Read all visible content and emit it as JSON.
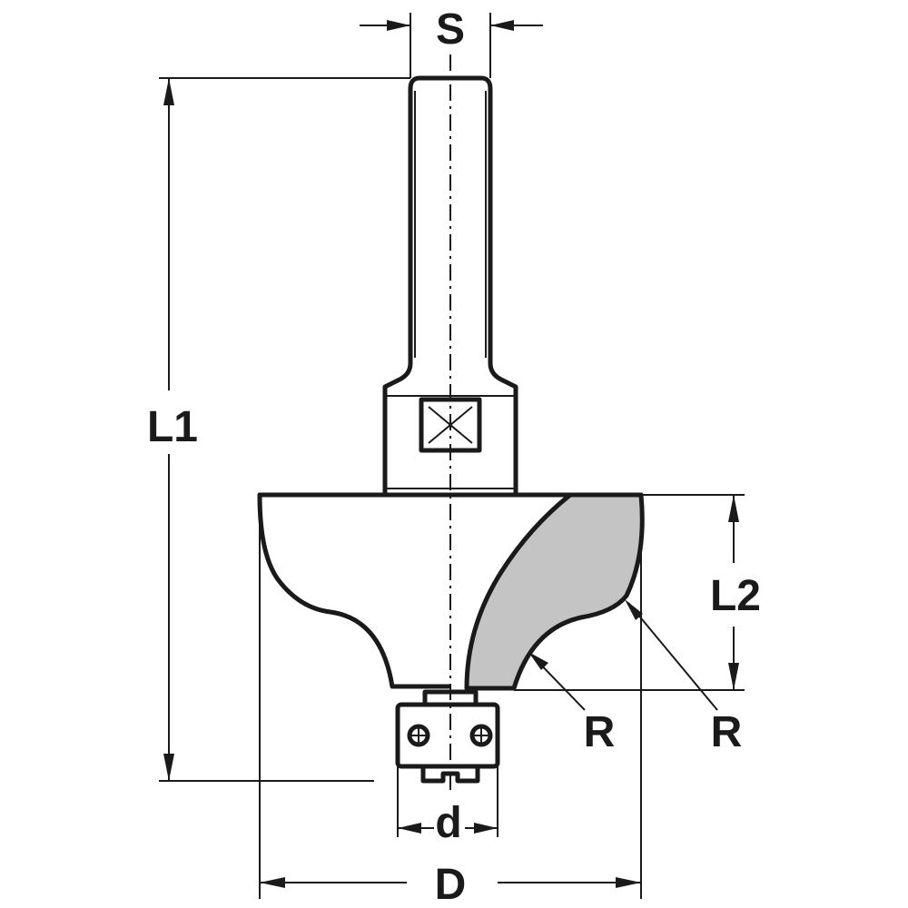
{
  "labels": {
    "shank_diameter": "S",
    "overall_length": "L1",
    "cutting_length": "L2",
    "radius_inner": "R",
    "radius_outer": "R",
    "bearing_diameter": "d",
    "cutting_diameter": "D"
  },
  "colors": {
    "line": "#1a1a1a",
    "cutter_face": "#c4c4c4",
    "background": "#ffffff"
  }
}
